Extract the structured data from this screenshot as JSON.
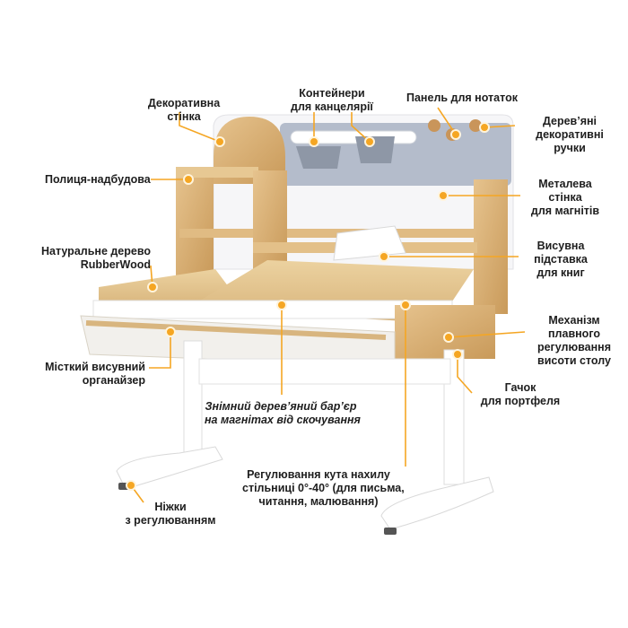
{
  "callouts": {
    "decor_wall": [
      "Декоративна",
      "стінка"
    ],
    "containers": [
      "Контейнери",
      "для канцелярії"
    ],
    "notes_panel": [
      "Панель для нотаток"
    ],
    "wood_handles": [
      "Дерев’яні",
      "декоративні",
      "ручки"
    ],
    "shelf": [
      "Полиця-надбудова"
    ],
    "metal_wall": [
      "Металева",
      "стінка",
      "для магнітів"
    ],
    "natural_wood": [
      "Натуральне дерево",
      "RubberWood"
    ],
    "book_stand": [
      "Висувна",
      "підставка",
      "для книг"
    ],
    "lift_mechanism": [
      "Механізм",
      "плавного",
      "регулювання",
      "висоти столу"
    ],
    "organizer": [
      "Місткий висувний",
      "органайзер"
    ],
    "hook": [
      "Гачок",
      "для портфеля"
    ],
    "barrier": [
      "Знімний дерев’яний бар’єр",
      "на магнітах від скочування"
    ],
    "tilt": [
      "Регулювання кута нахилу",
      "стільниці 0°-40° (для письма,",
      "читання, малювання)"
    ],
    "feet": [
      "Ніжки",
      "з регулюванням"
    ]
  },
  "colors": {
    "accent": "#f5a623",
    "wood": "#d9b27a",
    "frame": "#ffffff",
    "panel_gray": "#aeb7c4"
  }
}
